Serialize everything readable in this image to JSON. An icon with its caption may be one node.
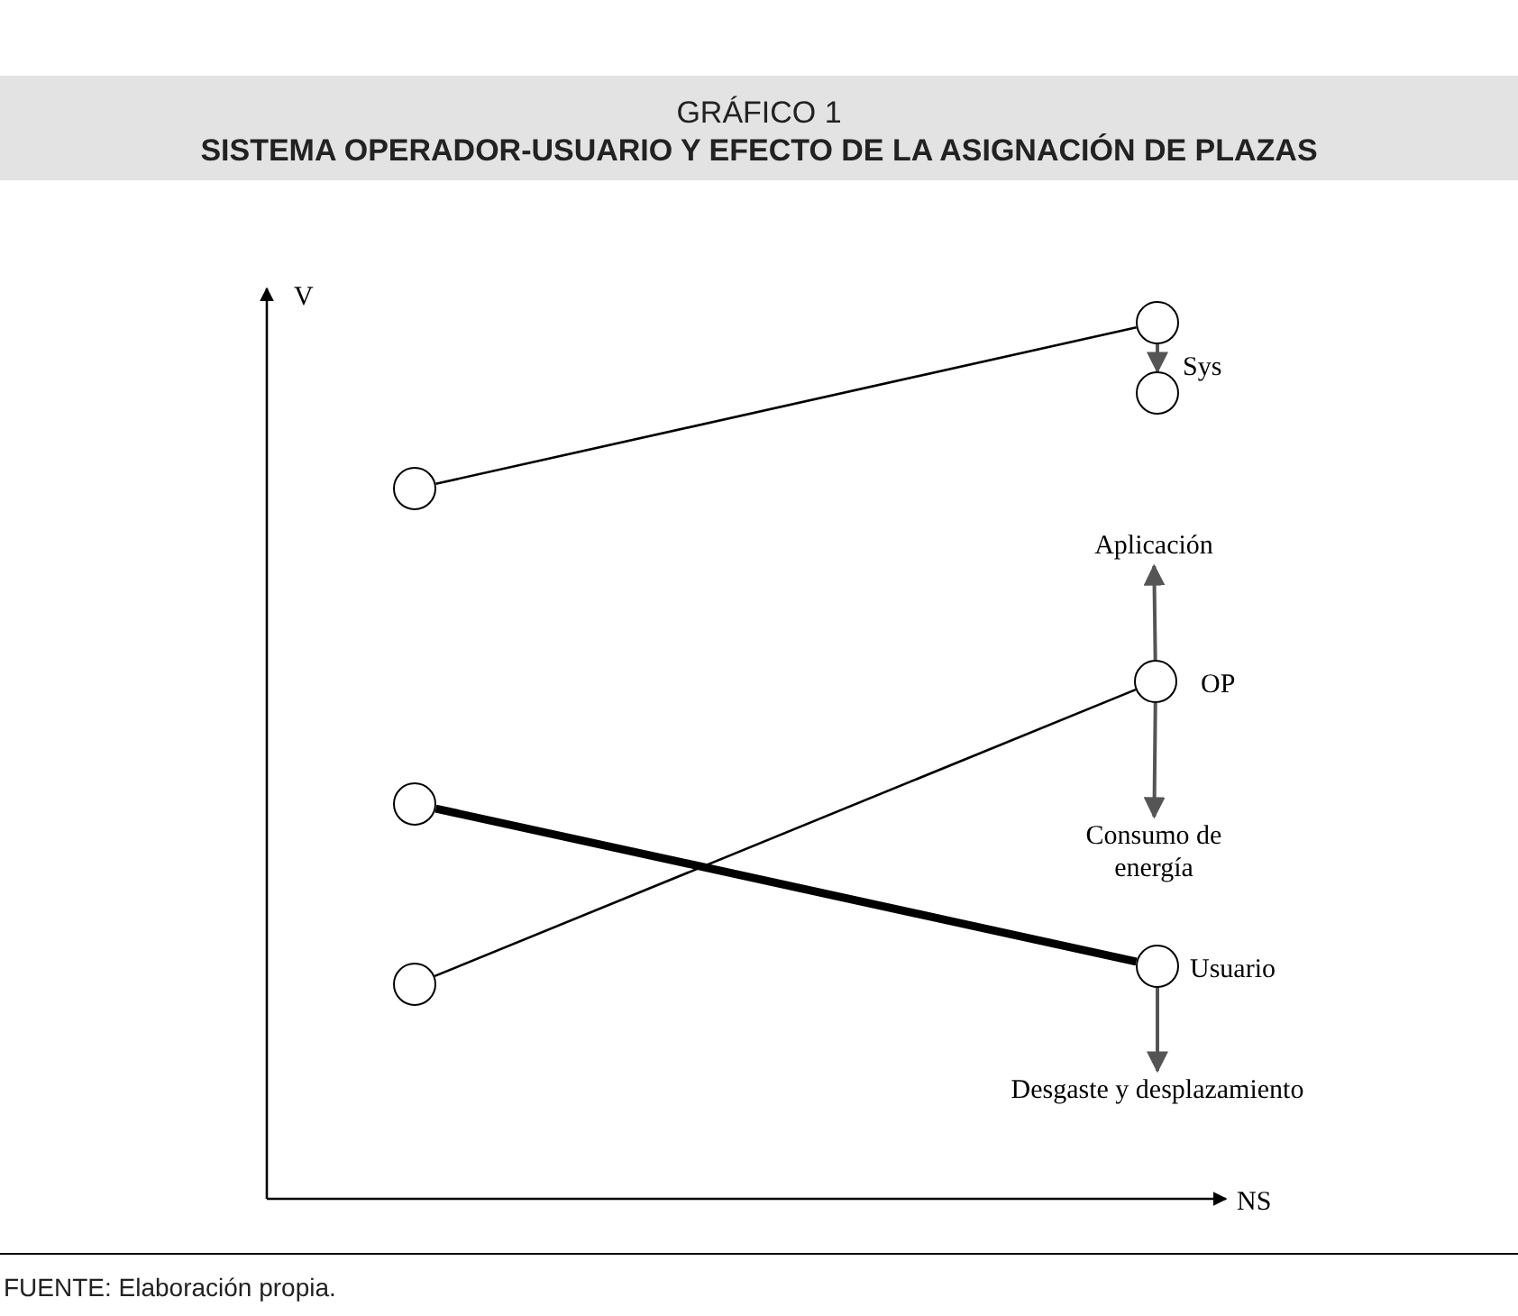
{
  "diagram": {
    "title": "SISTEMA OPERADOR-USUARIO Y EFECTO DE LA ASIGNACIÓN DE PLAZAS",
    "caption": "FUENTE: Elaboración propia.",
    "nodes": [
      {
        "text": [],
        "shape": "circle"
      },
      {
        "text": [],
        "shape": "circle",
        "beside": [
          "Sys"
        ]
      },
      {
        "text": [],
        "shape": "circle"
      },
      {
        "text": [],
        "shape": "circle"
      },
      {
        "text": [],
        "shape": "circle"
      },
      {
        "text": [],
        "shape": "circle",
        "beside": [
          "OP"
        ]
      },
      {
        "text": [],
        "shape": "circle",
        "beside": [
          "Usuario"
        ]
      },
      {
        "text": [
          "Aplicación"
        ]
      },
      {
        "text": [
          "Consumo de energía"
        ]
      },
      {
        "text": [
          "Desgaste y desplazamiento"
        ]
      }
    ],
    "edges": [
      {
        "from": 0,
        "to": 1,
        "arrow": "none",
        "color": "#000000"
      },
      {
        "from": 1,
        "to": 2,
        "arrow": "to"
      },
      {
        "from": 4,
        "to": 5,
        "arrow": "none",
        "color": "#000000"
      },
      {
        "from": 3,
        "to": 6,
        "arrow": "none",
        "style": "thick",
        "color": "#000000"
      },
      {
        "from": 5,
        "to": 7,
        "arrow": "to"
      },
      {
        "from": 5,
        "to": 8,
        "arrow": "to"
      },
      {
        "from": 6,
        "to": 9,
        "arrow": "to"
      }
    ],
    "labels": [
      "GRÁFICO 1",
      "V",
      "NS"
    ]
  }
}
